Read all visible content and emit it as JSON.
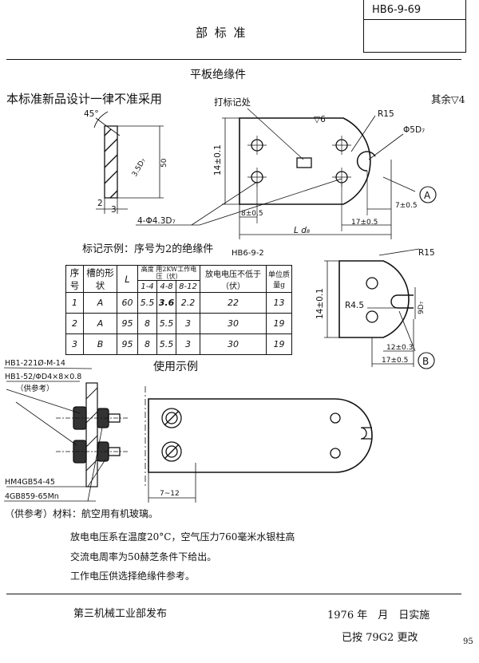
{
  "header": {
    "standard_type": "部 标 准",
    "code": "HB6-9-69"
  },
  "title": "平板绝缘件",
  "notice": "本标准新品设计一律不准采用",
  "main_drawing": {
    "mark_location": "打标记处",
    "roughness_rest": "其余▽4",
    "roughness_local": "▽6",
    "angle": "45°",
    "dim_radius": "R15",
    "dim_hole": "Φ5D₇",
    "dim_width": "14±0.1",
    "dim_8": "8±0.5",
    "dim_7": "7±0.5",
    "dim_17": "17±0.5",
    "dim_length": "L d₈",
    "dim_holes": "4-Φ4.3D₇",
    "dim_thick_2": "2",
    "dim_thick_3": "3",
    "dim_35": "3.5D₇",
    "dim_50": "50",
    "view_label": "A"
  },
  "marking_example": {
    "text": "标记示例：序号为2的绝缘件",
    "code": "HB6-9-2"
  },
  "table": {
    "headers": {
      "seq": "序号",
      "groove": "槽的形状",
      "length": "L",
      "height": "高度",
      "voltage": "用2KW工作电压（伏）",
      "range_1": "1-4",
      "range_2": "4-8",
      "range_3": "8-12",
      "discharge": "放电电压不低于（伏）",
      "weight": "单位质量g"
    },
    "rows": [
      {
        "seq": "1",
        "shape": "A",
        "L": "60",
        "h1": "5.5",
        "h2": "3.6",
        "h3": "2.2",
        "v": "22",
        "w": "13"
      },
      {
        "seq": "2",
        "shape": "A",
        "L": "95",
        "h1": "8",
        "h2": "5.5",
        "h3": "3",
        "v": "30",
        "w": "19"
      },
      {
        "seq": "3",
        "shape": "B",
        "L": "95",
        "h1": "8",
        "h2": "5.5",
        "h3": "3",
        "v": "30",
        "w": "19"
      }
    ]
  },
  "detail_b": {
    "dim_radius": "R15",
    "dim_r45": "R4.5",
    "dim_width": "14±0.1",
    "dim_slot": "9D₇",
    "dim_12": "12±0.3",
    "dim_17": "17±0.5",
    "view_label": "B"
  },
  "usage": {
    "title": "使用示例",
    "ref1": "HB1-221Ø-M-14",
    "ref2": "HB1-52/ΦD4×8×0.8",
    "ref2_note": "（供参考）",
    "ref3": "HM4GB54-45",
    "ref4": "4GB859-65Mn",
    "dim_7_12": "7~12"
  },
  "notes": [
    "（供参考）材料：航空用有机玻璃。",
    "放电电压系在温度20°C，空气压力760毫米水银柱高",
    "交流电周率为50赫芝条件下给出。",
    "工作电压供选择绝缘件参考。"
  ],
  "footer": {
    "issuer": "第三机械工业部发布",
    "date": "1976 年　月　日实施",
    "approved": "已按 79G2 更改",
    "page": "95"
  }
}
